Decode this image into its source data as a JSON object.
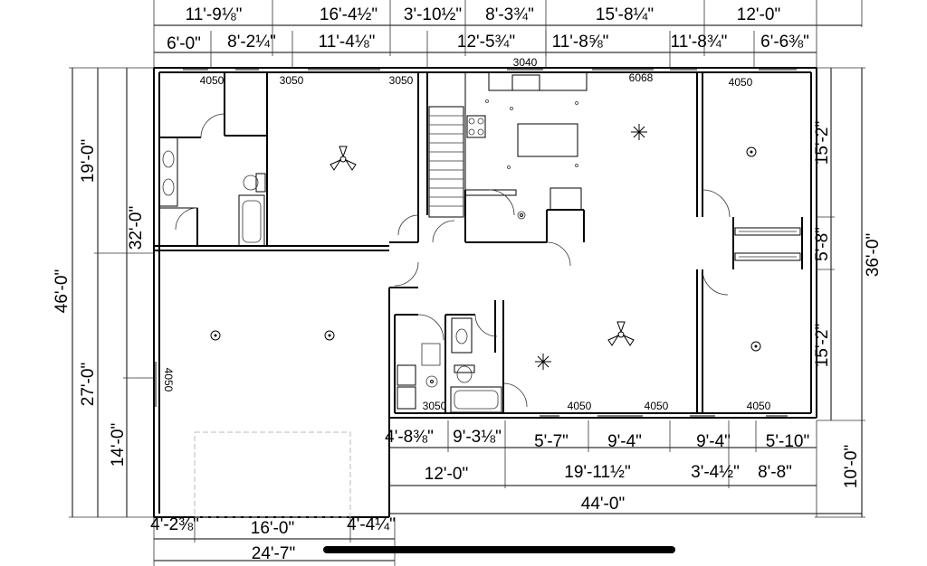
{
  "dimensions": {
    "top_row1": [
      "11'-9⅛\"",
      "16'-4½\"",
      "3'-10½\"",
      "8'-3¾\"",
      "15'-8¼\"",
      "12'-0\""
    ],
    "top_row2": [
      "6'-0\"",
      "8'-2¼\"",
      "11'-4⅛\"",
      "12'-5¾\"",
      "11'-8⅝\"",
      "11'-8¾\"",
      "6'-6⅜\""
    ],
    "left_outer": [
      "46'-0\""
    ],
    "left_mid": [
      "19'-0\"",
      "27'-0\""
    ],
    "left_inner": [
      "32'-0\"",
      "14'-0\""
    ],
    "right_inner": [
      "15'-2\"",
      "5'-8\"",
      "15'-2\""
    ],
    "right_outer": [
      "36'-0\"",
      "10'-0\""
    ],
    "bottom_row1": [
      "4'-8⅜\"",
      "9'-3⅛\"",
      "5'-7\"",
      "9'-4\"",
      "9'-4\"",
      "5'-10\""
    ],
    "bottom_row2": [
      "12'-0\"",
      "19'-11½\"",
      "3'-4½\"",
      "8'-8\""
    ],
    "bottom_row3": [
      "44'-0\""
    ],
    "garage_row": [
      "4'-2⅜\"",
      "16'-0\"",
      "4'-4¼\""
    ],
    "garage_total": [
      "24'-7\""
    ]
  },
  "window_labels": [
    "4050",
    "3050",
    "3050",
    "3040",
    "6068",
    "4050",
    "4050",
    "3050",
    "4050",
    "4050",
    "4050"
  ]
}
